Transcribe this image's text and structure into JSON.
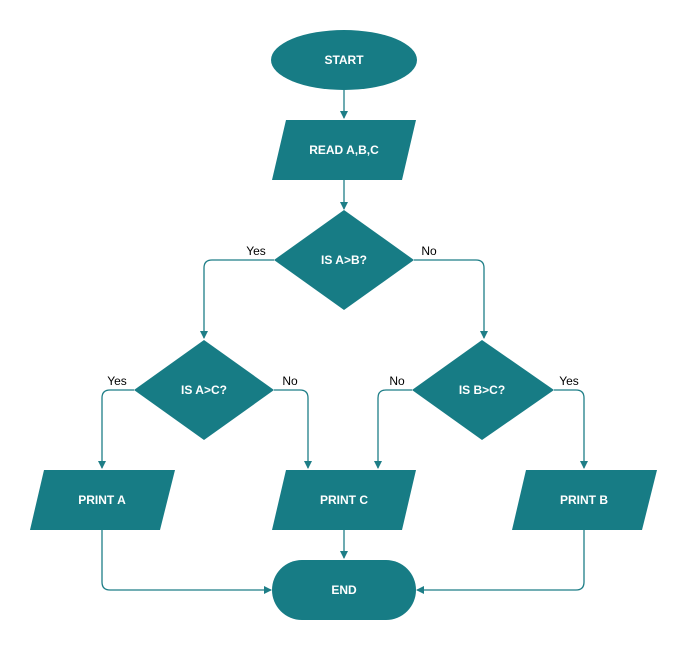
{
  "colors": {
    "node_fill": "#177c85",
    "edge": "#1e7e87",
    "text_on_node": "#ffffff",
    "edge_label": "#000000"
  },
  "nodes": {
    "start": "START",
    "read": "READ A,B,C",
    "decision_ab": "IS A>B?",
    "decision_ac": "IS A>C?",
    "decision_bc": "IS B>C?",
    "print_a": "PRINT A",
    "print_c": "PRINT C",
    "print_b": "PRINT B",
    "end": "END"
  },
  "edge_labels": {
    "ab_yes": "Yes",
    "ab_no": "No",
    "ac_yes": "Yes",
    "ac_no": "No",
    "bc_no": "No",
    "bc_yes": "Yes"
  }
}
